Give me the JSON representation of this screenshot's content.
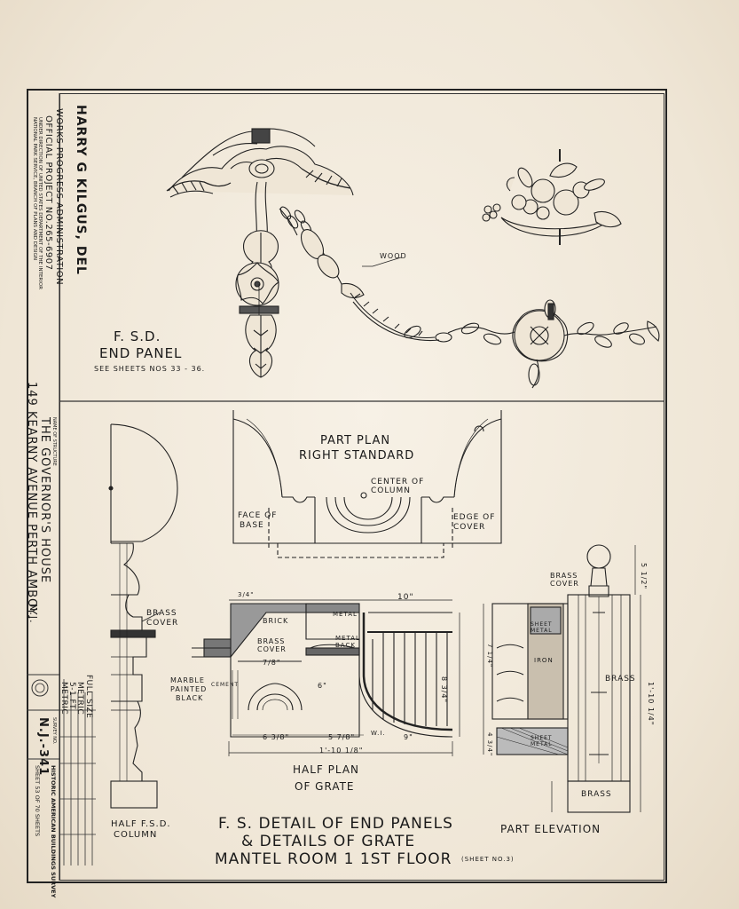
{
  "title_block": {
    "delineator": "HARRY G KILGUS, DEL",
    "agency": "WORKS PROGRESS ADMINISTRATION",
    "project": "OFFICIAL PROJECT NO.265-6907",
    "auspices": "UNDER DIRECTION OF UNITED STATES DEPARTMENT OF THE INTERIOR",
    "service": "NATIONAL PARK SERVICE, BRANCH OF PLANS AND DESIGN",
    "structure_caption": "NAME OF STRUCTURE",
    "structure_name": "THE GOVERNOR'S HOUSE",
    "address": "149 KEARNY AVENUE    PERTH AMBOY,",
    "state": "N.J.",
    "scale_full": "FULL SIZE",
    "scale_metric1": "METRIC",
    "scale_ratio": "5-1 FT",
    "scale_metric2": "METRIC",
    "survey_no_caption": "SURVEY NO.",
    "survey_no": "N.J.-341",
    "survey_name": "HISTORIC AMERICAN BUILDINGS SURVEY",
    "sheet_info": "SHEET 53 OF 70 SHEETS"
  },
  "end_panel": {
    "title": "F. S.D.",
    "subtitle": "END PANEL",
    "note": "SEE SHEETS NOS 33 - 36.",
    "wood_label": "WOOD"
  },
  "part_plan": {
    "title": "PART PLAN",
    "subtitle": "RIGHT STANDARD",
    "center_label_1": "CENTER OF",
    "center_label_2": "COLUMN",
    "face_label_1": "FACE OF",
    "face_label_2": "BASE",
    "edge_label_1": "EDGE OF",
    "edge_label_2": "COVER"
  },
  "half_column": {
    "brass_cover": "BRASS COVER",
    "caption_1": "HALF F.S.D.",
    "caption_2": "COLUMN"
  },
  "half_plan": {
    "brick": "BRICK",
    "metal": "METAL",
    "metal_back": "METAL BACK",
    "brass_cover": "BRASS COVER",
    "marble_1": "MARBLE",
    "marble_2": "PAINTED",
    "marble_3": "BLACK",
    "cement": "CEMENT",
    "wi": "W.I.",
    "dim_top": "10\"",
    "dim_34": "3/4\"",
    "dim_78": "7/8\"",
    "dim_6": "6\"",
    "dim_63": "6 3/8\"",
    "dim_58": "5 7/8\"",
    "dim_9": "9\"",
    "dim_total": "1'-10 1/8\"",
    "dim_right": "8 3/4\"",
    "caption_1": "HALF PLAN",
    "caption_2": "OF GRATE"
  },
  "part_elevation": {
    "brass_cover": "BRASS COVER",
    "sheet_metal_top": "SHEET METAL",
    "sheet_metal_bottom": "SHEET METAL",
    "iron": "IRON",
    "brass_mid": "BRASS",
    "brass_base": "BRASS",
    "dim_top": "5 1/2\"",
    "dim_height": "1'-10 1/4\"",
    "dim_left": "7 1/4\"",
    "dim_low": "4 3/4\"",
    "caption": "PART ELEVATION"
  },
  "sheet_title": {
    "line1": "F. S. DETAIL OF END PANELS",
    "line2": "& DETAILS OF GRATE",
    "line3": "MANTEL ROOM 1  1ST FLOOR",
    "sheet_ref": "(SHEET NO.3)"
  }
}
